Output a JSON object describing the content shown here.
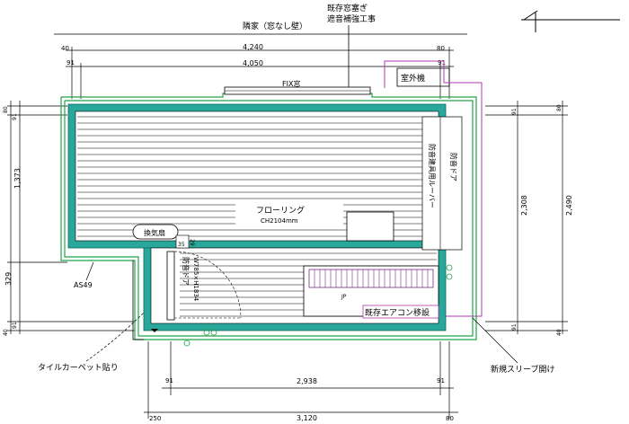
{
  "header": {
    "adjacent_room": "隣家（窓なし壁）",
    "window_note_1": "既存窓塞ぎ",
    "window_note_2": "遮音補強工事"
  },
  "dimensions": {
    "top_outer_left": "40",
    "top_outer_total": "4,240",
    "top_outer_right": "80",
    "top_inner_left": "91",
    "top_inner_total": "4,050",
    "top_inner_right": "91",
    "left_top": "80",
    "left_top_inner": "91",
    "left_upper": "1,373",
    "left_lower": "329",
    "left_bottom": "40",
    "left_bottom_inner": "91",
    "right_top": "91",
    "right_top_outer": "80",
    "right_inner": "2,308",
    "right_outer": "2,490",
    "right_bottom_inner": "91",
    "right_bottom_outer": "40",
    "bottom_inner_left": "91",
    "bottom_inner_total": "2,938",
    "bottom_inner_right": "91",
    "bottom_outer_left": "250",
    "bottom_outer_total": "3,120",
    "bottom_outer_right": "80",
    "door_small": "29",
    "door_small_2": "35"
  },
  "labels": {
    "fix_window": "FIX窓",
    "outdoor_unit": "室外機",
    "flooring": "フローリング",
    "ceiling_height": "CH2104mm",
    "panel": "換気扇",
    "door": "防音ドア",
    "door_size": "W785×H1834",
    "column": "AS49",
    "closet_1": "防音建具用ルーバー",
    "closet_2": "防音ドア",
    "aircon": "既存エアコン移設",
    "carpet": "タイルカーペット貼り",
    "sleeve": "新規スリーブ開け",
    "jp": "JP"
  },
  "north_symbol": "north-arrow"
}
